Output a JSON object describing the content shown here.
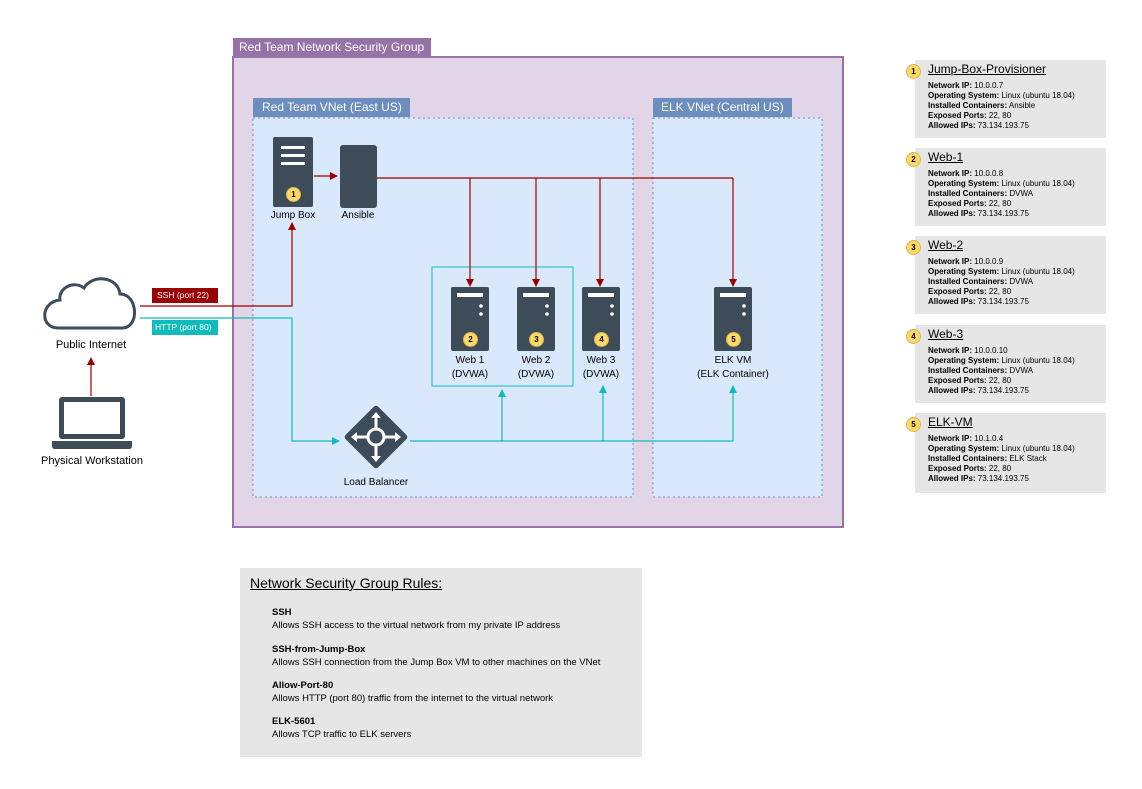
{
  "nsg": {
    "title": "Red Team Network Security Group"
  },
  "red_vnet": {
    "title": "Red Team VNet (East US)"
  },
  "elk_vnet": {
    "title": "ELK VNet (Central US)"
  },
  "nodes": {
    "jump_box": {
      "label": "Jump Box",
      "badge": "1"
    },
    "ansible": {
      "label": "Ansible"
    },
    "web1": {
      "label": "Web 1",
      "sublabel": "(DVWA)",
      "badge": "2"
    },
    "web2": {
      "label": "Web 2",
      "sublabel": "(DVWA)",
      "badge": "3"
    },
    "web3": {
      "label": "Web 3",
      "sublabel": "(DVWA)",
      "badge": "4"
    },
    "elk": {
      "label": "ELK VM",
      "sublabel": "(ELK Container)",
      "badge": "5"
    },
    "load_balancer": {
      "label": "Load Balancer"
    },
    "internet": {
      "label": "Public Internet"
    },
    "workstation": {
      "label": "Physical Workstation"
    }
  },
  "ports": {
    "ssh": "SSH (port 22)",
    "http": "HTTP (port 80)"
  },
  "colors": {
    "ssh": "#990000",
    "http": "#12bbbb",
    "nsg_border": "#9673a6",
    "nsg_fill": "#e1d5e7",
    "vnet_header": "#6c8ebf",
    "vnet_fill": "#dae8fc",
    "server": "#3e4c59",
    "badge": "#ffd966"
  },
  "info_cards": [
    {
      "badge": "1",
      "title": "Jump-Box-Provisioner",
      "rows": [
        {
          "k": "Network IP:",
          "v": " 10.0.0.7"
        },
        {
          "k": "Operating System:",
          "v": " Linux (ubuntu 18.04)"
        },
        {
          "k": "Installed Containers:",
          "v": " Ansible"
        },
        {
          "k": "Exposed Ports:",
          "v": " 22, 80"
        },
        {
          "k": "Allowed IPs:",
          "v": " 73.134.193.75"
        }
      ]
    },
    {
      "badge": "2",
      "title": "Web-1",
      "rows": [
        {
          "k": "Network IP:",
          "v": " 10.0.0.8"
        },
        {
          "k": "Operating System:",
          "v": " Linux (ubuntu 18.04)"
        },
        {
          "k": "Installed Containers:",
          "v": " DVWA"
        },
        {
          "k": "Exposed Ports:",
          "v": " 22, 80"
        },
        {
          "k": "Allowed IPs:",
          "v": " 73.134.193.75"
        }
      ]
    },
    {
      "badge": "3",
      "title": "Web-2",
      "rows": [
        {
          "k": "Network IP:",
          "v": " 10.0.0.9"
        },
        {
          "k": "Operating System:",
          "v": " Linux (ubuntu 18.04)"
        },
        {
          "k": "Installed Containers:",
          "v": " DVWA"
        },
        {
          "k": "Exposed Ports:",
          "v": " 22, 80"
        },
        {
          "k": "Allowed IPs:",
          "v": " 73.134.193.75"
        }
      ]
    },
    {
      "badge": "4",
      "title": "Web-3",
      "rows": [
        {
          "k": "Network IP:",
          "v": " 10.0.0.10"
        },
        {
          "k": "Operating System:",
          "v": " Linux (ubuntu 18.04)"
        },
        {
          "k": "Installed Containers:",
          "v": " DVWA"
        },
        {
          "k": "Exposed Ports:",
          "v": " 22, 80"
        },
        {
          "k": "Allowed IPs:",
          "v": " 73.134.193.75"
        }
      ]
    },
    {
      "badge": "5",
      "title": "ELK-VM",
      "rows": [
        {
          "k": "Network IP:",
          "v": " 10.1.0.4"
        },
        {
          "k": "Operating System:",
          "v": " Linux (ubuntu 18.04)"
        },
        {
          "k": "Installed Containers:",
          "v": " ELK Stack"
        },
        {
          "k": "Exposed Ports:",
          "v": " 22, 80"
        },
        {
          "k": "Allowed IPs:",
          "v": " 73.134.193.75"
        }
      ]
    }
  ],
  "rules": {
    "heading": "Network Security Group Rules:",
    "items": [
      {
        "name": "SSH",
        "desc": "Allows SSH access to the virtual network from my private IP address"
      },
      {
        "name": "SSH-from-Jump-Box",
        "desc": "Allows SSH connection from the Jump Box VM to other machines on the VNet"
      },
      {
        "name": "Allow-Port-80",
        "desc": "Allows HTTP (port 80) traffic from the internet to the virtual network"
      },
      {
        "name": "ELK-5601",
        "desc": "Allows TCP traffic to ELK servers"
      }
    ]
  }
}
